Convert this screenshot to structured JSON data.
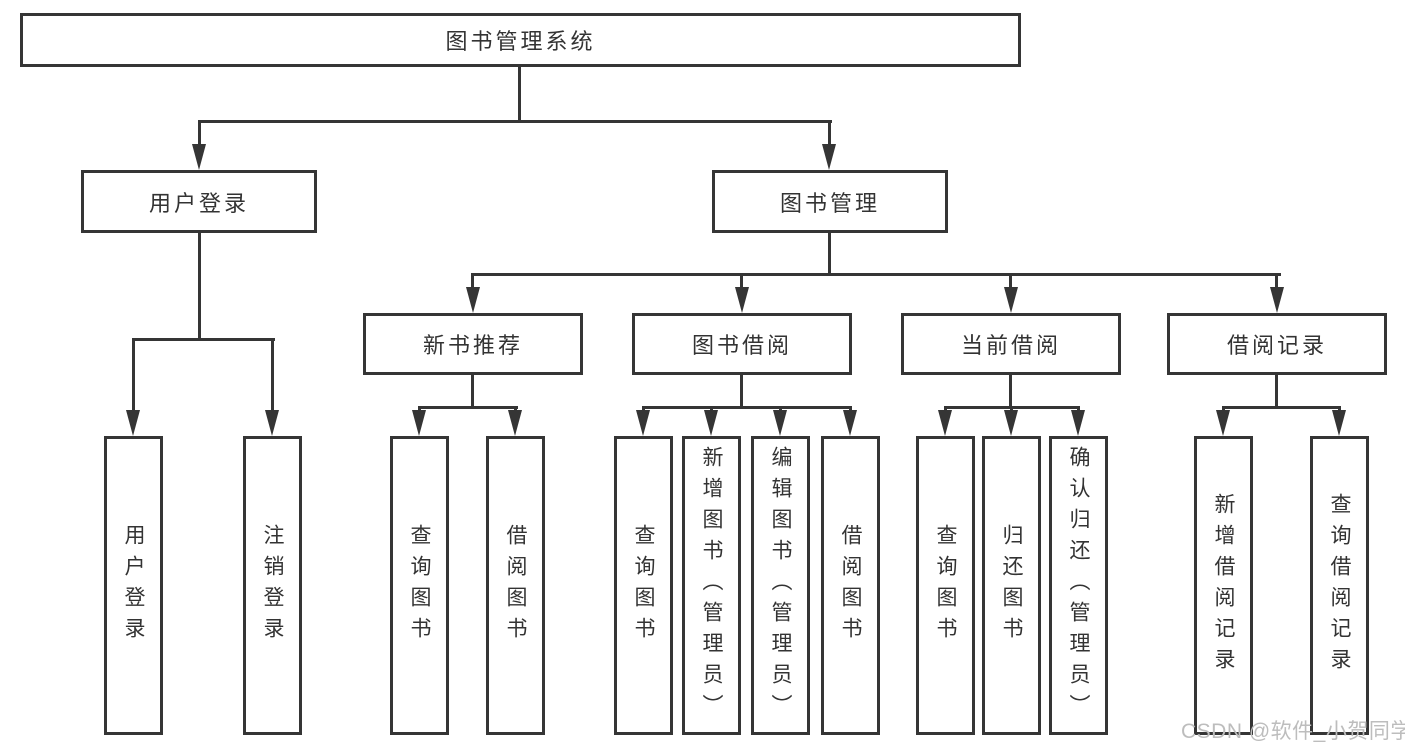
{
  "diagram": {
    "tree": {
      "root": {
        "label": "图书管理系统",
        "children": [
          {
            "label": "用户登录",
            "children": [
              {
                "label": "用户登录"
              },
              {
                "label": "注销登录"
              }
            ]
          },
          {
            "label": "图书管理",
            "children": [
              {
                "label": "新书推荐",
                "children": [
                  {
                    "label": "查询图书"
                  },
                  {
                    "label": "借阅图书"
                  }
                ]
              },
              {
                "label": "图书借阅",
                "children": [
                  {
                    "label": "查询图书"
                  },
                  {
                    "label": "新增图书（管理员）"
                  },
                  {
                    "label": "编辑图书（管理员）"
                  },
                  {
                    "label": "借阅图书"
                  }
                ]
              },
              {
                "label": "当前借阅",
                "children": [
                  {
                    "label": "查询图书"
                  },
                  {
                    "label": "归还图书"
                  },
                  {
                    "label": "确认归还（管理员）"
                  }
                ]
              },
              {
                "label": "借阅记录",
                "children": [
                  {
                    "label": "新增借阅记录"
                  },
                  {
                    "label": "查询借阅记录"
                  }
                ]
              }
            ]
          }
        ]
      }
    },
    "colors": {
      "line": "#353535",
      "text": "#333333",
      "background": "#ffffff",
      "watermark": "#bdbdbd"
    },
    "watermark": {
      "text": "CSDN @软件_小贺同学"
    }
  }
}
